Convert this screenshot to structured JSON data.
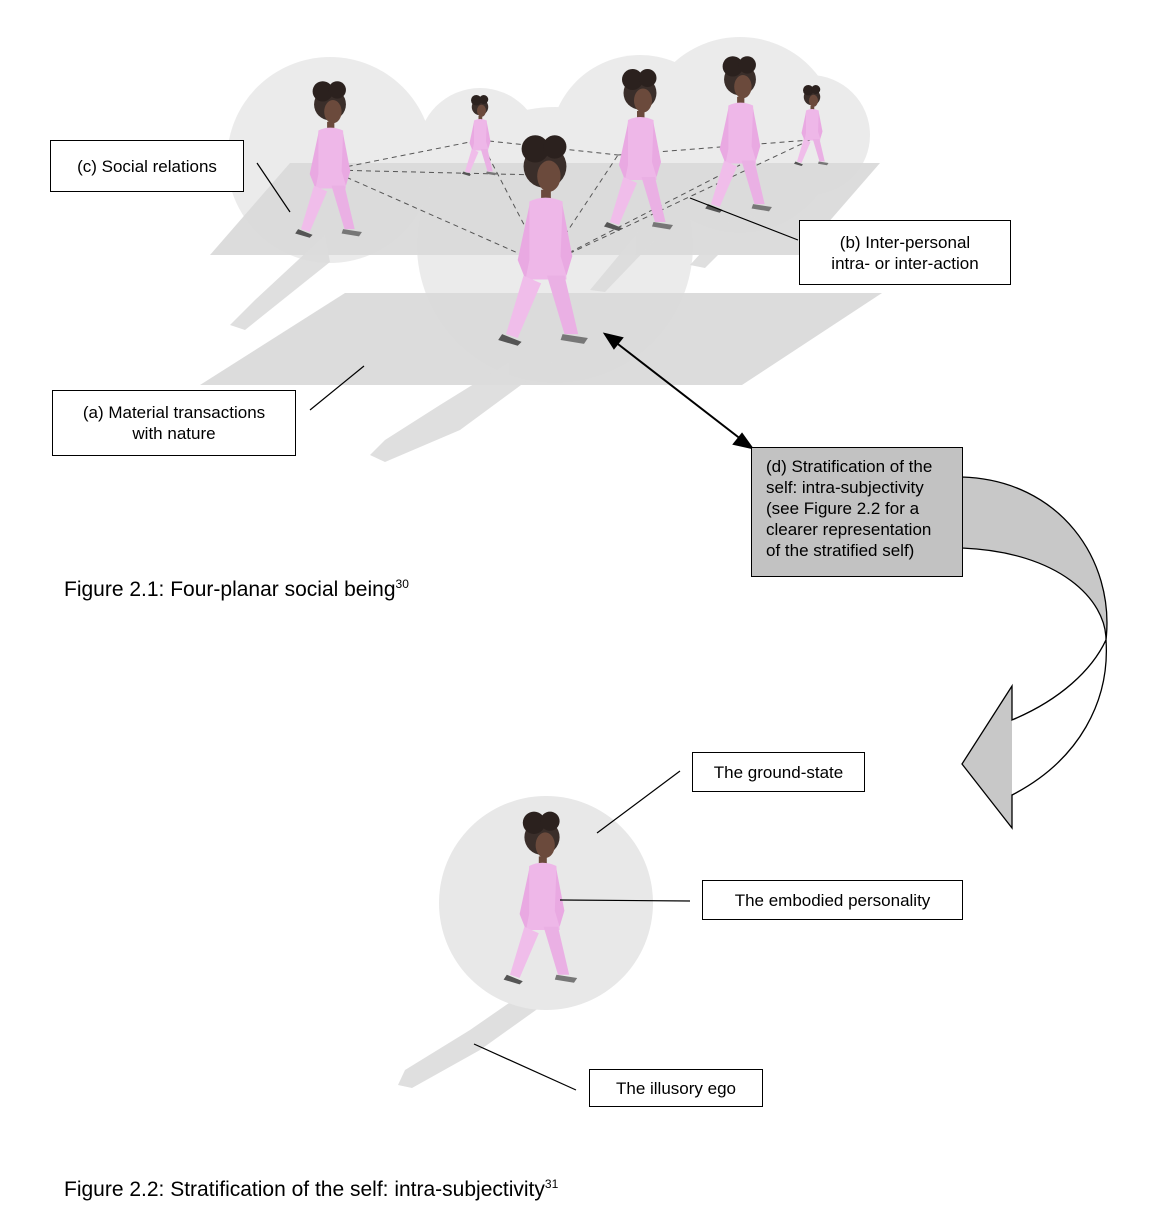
{
  "figure1": {
    "caption": "Figure 2.1: Four-planar social being",
    "caption_ref": "30",
    "labels": {
      "social_relations": "(c) Social relations",
      "interpersonal_line1": "(b) Inter-personal",
      "interpersonal_line2": "intra- or inter-action",
      "material_line1": "(a) Material transactions",
      "material_line2": "with nature",
      "strat_line1": "(d) Stratification of the",
      "strat_line2": "self: intra-subjectivity",
      "strat_line3": "(see Figure 2.2 for a",
      "strat_line4": "clearer representation",
      "strat_line5": "of the stratified self)"
    }
  },
  "figure2": {
    "caption": "Figure 2.2: Stratification of the self: intra-subjectivity",
    "caption_ref": "31",
    "labels": {
      "ground_state": "The ground-state",
      "embodied_personality": "The embodied personality",
      "illusory_ego": "The illusory ego"
    }
  },
  "colors": {
    "plane": "#d9d9d9",
    "halo": "#e8e8e8",
    "figure": "#eeb7e8",
    "shadow": "#dcdcdc",
    "dark_box": "#c2c2c2"
  }
}
